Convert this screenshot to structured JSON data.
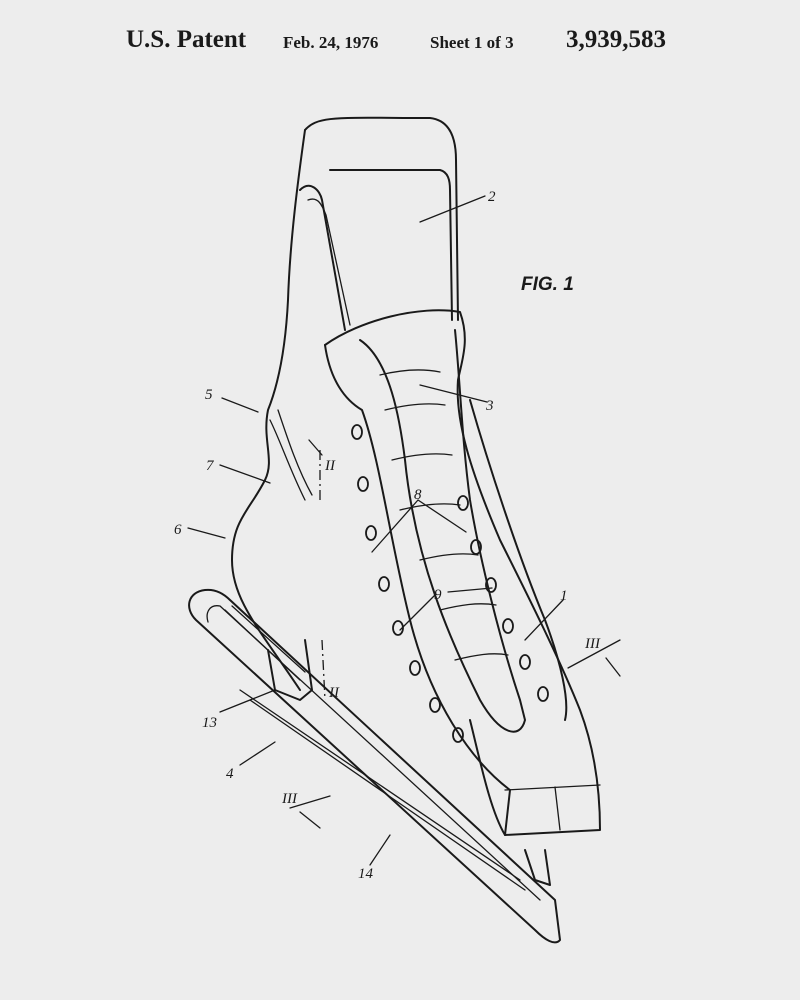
{
  "header": {
    "title": "U.S. Patent",
    "date": "Feb. 24, 1976",
    "sheet": "Sheet 1 of 3",
    "patent_number": "3,939,583"
  },
  "figure": {
    "caption": "FIG. 1",
    "labels": {
      "tongue": "2",
      "lace_panel": "3",
      "upper_back": "5",
      "heel_bulge": "7",
      "heel": "6",
      "lace_edges": "8",
      "eyelets": "9",
      "boot": "1",
      "section_iii_right": "III",
      "section_ii_top": "II",
      "section_ii_bottom": "II",
      "blade_holder": "13",
      "blade": "4",
      "section_iii_left": "III",
      "runner": "14"
    }
  }
}
